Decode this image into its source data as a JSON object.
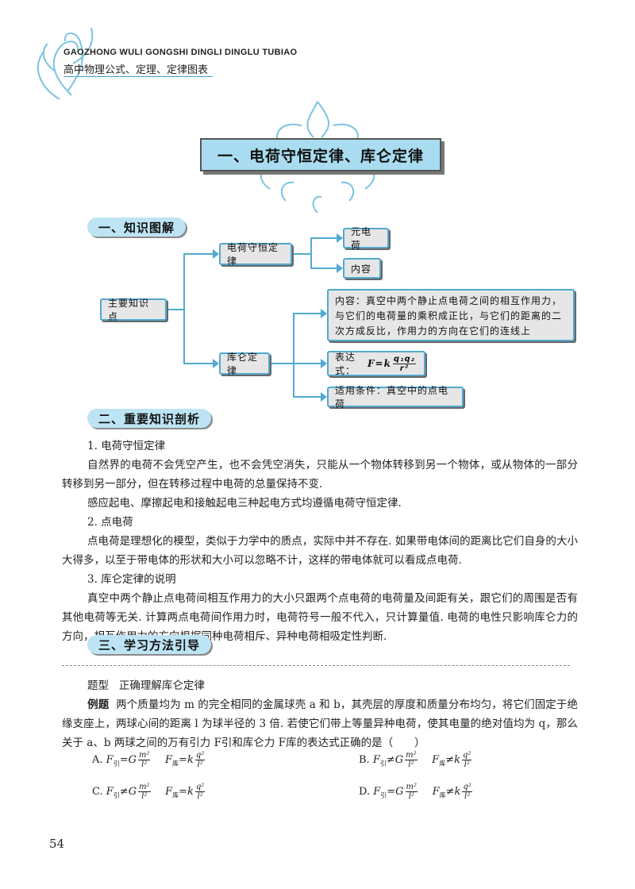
{
  "header": {
    "english_title": "GAOZHONG WULI GONGSHI DINGLI DINGLU TUBIAO",
    "chinese_title": "高中物理公式、定理、定律图表"
  },
  "chapter_title": "一、电荷守恒定律、库仑定律",
  "sections": {
    "s1": "一、知识图解",
    "s2": "二、重要知识剖析",
    "s3": "三、学习方法引导"
  },
  "diagram": {
    "root": "主要知识点",
    "branch1": "电荷守恒定律",
    "branch1_children": [
      "元电荷",
      "内容"
    ],
    "branch2": "库仑定律",
    "branch2_content": "内容：真空中两个静止点电荷之间的相互作用力，与它们的电荷量的乘积成正比，与它们的距离的二次方成反比，作用力的方向在它们的连线上",
    "formula_label": "表达式：",
    "formula_lhs": "F=k",
    "formula_num": "q₁q₂",
    "formula_den": "r²",
    "condition": "适用条件：真空中的点电荷"
  },
  "analysis": {
    "h1": "1. 电荷守恒定律",
    "p1": "自然界的电荷不会凭空产生，也不会凭空消失，只能从一个物体转移到另一个物体，或从物体的一部分转移到另一部分，但在转移过程中电荷的总量保持不变.",
    "p1b": "感应起电、摩擦起电和接触起电三种起电方式均遵循电荷守恒定律.",
    "h2": "2. 点电荷",
    "p2": "点电荷是理想化的模型，类似于力学中的质点，实际中并不存在. 如果带电体间的距离比它们自身的大小大得多，以至于带电体的形状和大小可以忽略不计，这样的带电体就可以看成点电荷.",
    "h3": "3. 库仑定律的说明",
    "p3": "真空中两个静止点电荷间相互作用力的大小只跟两个点电荷的电荷量及间距有关，跟它们的周围是否有其他电荷等无关. 计算两点电荷间作用力时，电荷符号一般不代入，只计算量值. 电荷的电性只影响库仑力的方向，相互作用力的方向根据同种电荷相斥、异种电荷相吸定性判断."
  },
  "method": {
    "type_label": "题型",
    "type_text": "正确理解库仑定律",
    "example_label": "例题",
    "example_text": "两个质量均为 m 的完全相同的金属球壳 a 和 b，其壳层的厚度和质量分布均匀，将它们固定于绝缘支座上，两球心间的距离 l 为球半径的 3 倍. 若使它们带上等量异种电荷，使其电量的绝对值均为 q，那么关于 a、b 两球之间的万有引力 F引和库仑力 F库的表达式正确的是（　　）",
    "options": [
      {
        "label": "A.",
        "rel1": "=",
        "rel2": "="
      },
      {
        "label": "B.",
        "rel1": "≠",
        "rel2": "≠"
      },
      {
        "label": "C.",
        "rel1": "≠",
        "rel2": "="
      },
      {
        "label": "D.",
        "rel1": "=",
        "rel2": "≠"
      }
    ]
  },
  "page_number": "54",
  "colors": {
    "accent": "#52a9cf",
    "banner": "#a9dcf0",
    "pill": "#bde4f4"
  }
}
